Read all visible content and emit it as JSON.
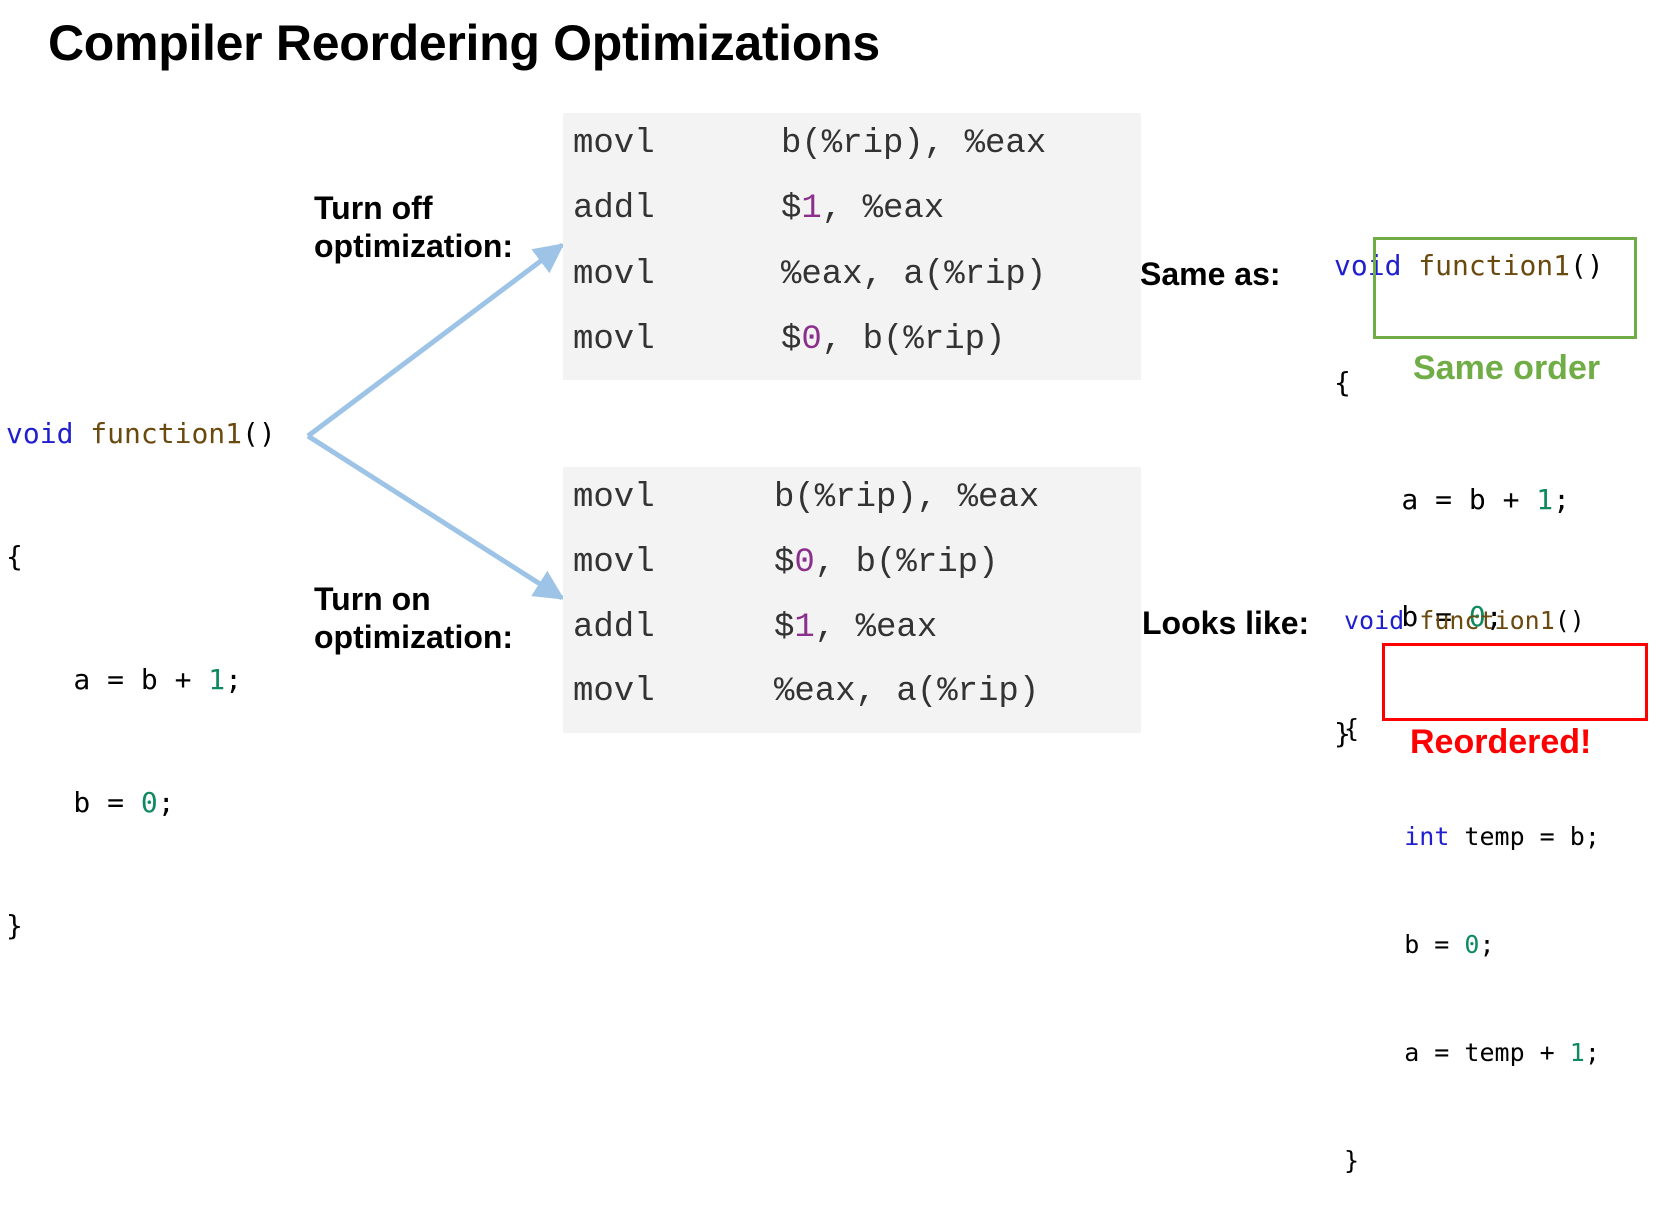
{
  "title": "Compiler Reordering Optimizations",
  "source": {
    "kw": "void",
    "fn": "function1",
    "parens": "()",
    "open": "{",
    "l1_a": "    a = b + ",
    "l1_n": "1",
    "l1_e": ";",
    "l2_a": "    b = ",
    "l2_n": "0",
    "l2_e": ";",
    "close": "}"
  },
  "label_off": {
    "line1": "Turn off",
    "line2": "optimization:"
  },
  "label_on": {
    "line1": "Turn on",
    "line2": "optimization:"
  },
  "asm_off": [
    {
      "op": "movl",
      "a": "b(%rip), %eax",
      "imm": "",
      "b": ""
    },
    {
      "op": "addl",
      "a": "$",
      "imm": "1",
      "b": ", %eax"
    },
    {
      "op": "movl",
      "a": "%eax, a(%rip)",
      "imm": "",
      "b": ""
    },
    {
      "op": "movl",
      "a": "$",
      "imm": "0",
      "b": ", b(%rip)"
    }
  ],
  "asm_on": [
    {
      "op": "movl",
      "a": "b(%rip), %eax",
      "imm": "",
      "b": ""
    },
    {
      "op": "movl",
      "a": "$",
      "imm": "0",
      "b": ", b(%rip)"
    },
    {
      "op": "addl",
      "a": "$",
      "imm": "1",
      "b": ", %eax"
    },
    {
      "op": "movl",
      "a": "%eax, a(%rip)",
      "imm": "",
      "b": ""
    }
  ],
  "same_as": "Same as:",
  "looks_like": "Looks like:",
  "func_a": {
    "kw": "void",
    "fn": "function1",
    "parens": "()",
    "open": "{",
    "l1_a": "    a = b + ",
    "l1_n": "1",
    "l1_e": ";",
    "l2_a": "    b = ",
    "l2_n": "0",
    "l2_e": ";",
    "close": "}"
  },
  "func_b": {
    "kw": "void",
    "fn": "function1",
    "parens": "()",
    "open": "{",
    "l1_pre": "    ",
    "l1_kw": "int",
    "l1_rest": " temp = b;",
    "l2_a": "    b = ",
    "l2_n": "0",
    "l2_e": ";",
    "l3_a": "    a = temp + ",
    "l3_n": "1",
    "l3_e": ";",
    "close": "}"
  },
  "same_order": "Same order",
  "reordered": "Reordered!",
  "colors": {
    "arrow": "#9dc3e6",
    "green": "#70ad47",
    "red": "#ff0000",
    "keyword": "#1f1fd0",
    "function": "#6b4a10",
    "number": "#0f8a5f",
    "immediate": "#8a2f8c"
  }
}
